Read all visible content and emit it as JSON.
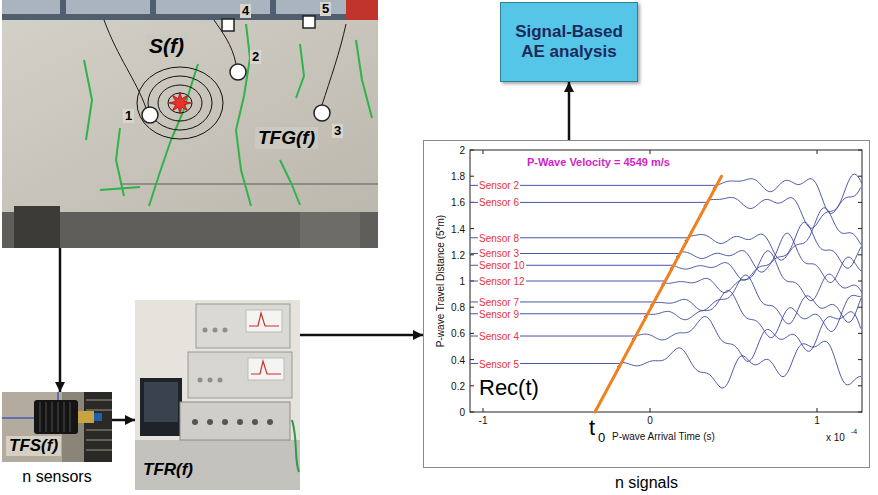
{
  "diagram": {
    "nodes": [
      {
        "text": [
          "S(f)",
          "TFG(f)"
        ]
      },
      {
        "text": [
          "Signal-Based AE analysis"
        ]
      },
      {
        "text": [
          "TFS(f)",
          "n sensors"
        ]
      },
      {
        "text": [
          "TFR(f)"
        ]
      },
      {
        "text": [
          "Rec(t)",
          "n signals"
        ]
      }
    ],
    "edges": [
      {
        "from": 0,
        "to": 2,
        "arrow": "to"
      },
      {
        "from": 2,
        "to": 3,
        "arrow": "to"
      },
      {
        "from": 3,
        "to": 4,
        "arrow": "to"
      },
      {
        "from": 4,
        "to": 1,
        "arrow": "to"
      }
    ],
    "labels": [
      "1",
      "2",
      "3",
      "4",
      "5",
      "P-Wave Velocity = 4549 m/s",
      "Sensor 2",
      "Sensor 6",
      "Sensor 8",
      "Sensor 3",
      "Sensor 10",
      "Sensor 12",
      "Sensor 7",
      "Sensor 9",
      "Sensor 4",
      "Sensor 5",
      "0",
      "0.2",
      "0.4",
      "0.6",
      "0.8",
      "1",
      "1.2",
      "1.4",
      "1.6",
      "1.8",
      "2",
      "-1",
      "0",
      "1",
      "P-wave Travel Distance (5*m)",
      "P-wave Arrival Time (s)",
      "x 10",
      "-4",
      "t",
      "0"
    ]
  }
}
